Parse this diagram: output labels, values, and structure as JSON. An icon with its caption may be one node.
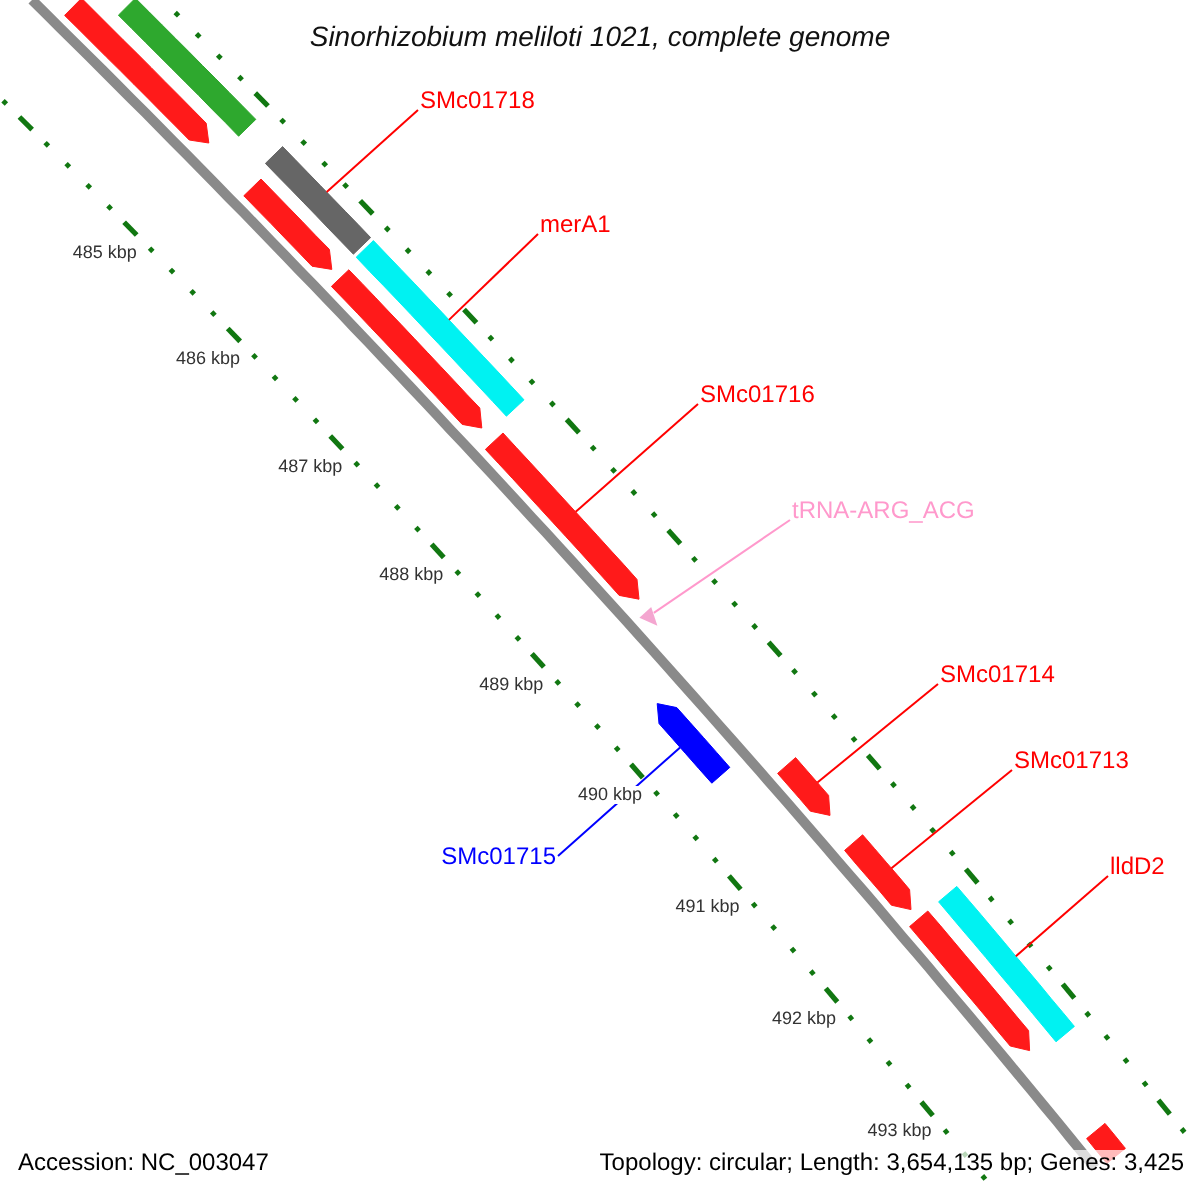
{
  "diagram": {
    "title": "Sinorhizobium meliloti 1021, complete genome",
    "nodes": [
      {
        "text": [],
        "shape": "bar"
      },
      {
        "text": [],
        "shape": "arrow"
      },
      {
        "text": [],
        "shape": "bar"
      },
      {
        "text": [],
        "shape": "arrow"
      },
      {
        "text": [],
        "shape": "bar"
      },
      {
        "text": [],
        "shape": "arrow"
      },
      {
        "text": [],
        "shape": "arrow"
      },
      {
        "text": [],
        "shape": "triangle"
      },
      {
        "text": [],
        "shape": "arrow"
      },
      {
        "text": [],
        "shape": "arrow"
      },
      {
        "text": [],
        "shape": "arrow"
      },
      {
        "text": [],
        "shape": "bar"
      },
      {
        "text": [],
        "shape": "arrow"
      },
      {
        "text": [],
        "shape": "bar"
      },
      {
        "text": [
          "SMc01718"
        ]
      },
      {
        "text": [
          "merA1"
        ]
      },
      {
        "text": [
          "SMc01716"
        ]
      },
      {
        "text": [
          "tRNA-ARG_ACG"
        ]
      },
      {
        "text": [
          "SMc01714"
        ]
      },
      {
        "text": [
          "SMc01713"
        ]
      },
      {
        "text": [
          "lldD2"
        ]
      },
      {
        "text": [
          "SMc01715"
        ]
      }
    ],
    "edges": [
      {
        "from": 14,
        "to": 2,
        "arrow": "none"
      },
      {
        "from": 15,
        "to": 4,
        "arrow": "none"
      },
      {
        "from": 16,
        "to": 6,
        "arrow": "none"
      },
      {
        "from": 17,
        "to": 7,
        "arrow": "none",
        "color": "#ff99cc"
      },
      {
        "from": 18,
        "to": 9,
        "arrow": "none"
      },
      {
        "from": 19,
        "to": 10,
        "arrow": "none"
      },
      {
        "from": 20,
        "to": 11,
        "arrow": "none"
      },
      {
        "from": 21,
        "to": 8,
        "arrow": "none",
        "color": "#0000ff"
      }
    ],
    "labels": [
      "485 kbp",
      "486 kbp",
      "487 kbp",
      "488 kbp",
      "489 kbp",
      "490 kbp",
      "491 kbp",
      "492 kbp",
      "493 kbp",
      "Accession: NC_003047",
      "Topology: circular; Length: 3,654,135 bp; Genes: 3,425"
    ]
  }
}
